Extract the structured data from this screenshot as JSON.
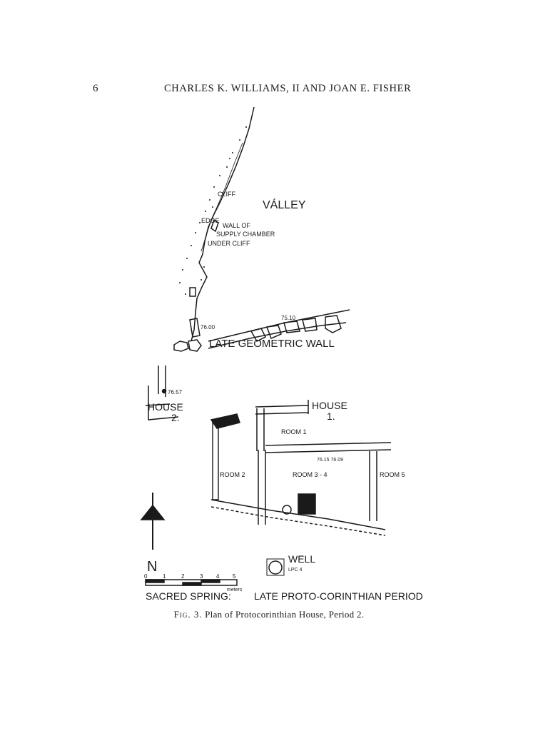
{
  "header": {
    "page_number": "6",
    "running_head": "CHARLES K. WILLIAMS, II AND JOAN E. FISHER"
  },
  "figure": {
    "labels": {
      "valley": "VÁLLEY",
      "cliff": "CLIFF",
      "edge": "EDGE",
      "wall_of": "WALL OF",
      "supply_chamber": "SUPPLY CHAMBER",
      "under_cliff": "UNDER CLIFF",
      "elev_7510": "75.10",
      "elev_7600": "76.00",
      "late_geometric_wall": "LATE GEOMETRIC WALL",
      "elev_7657": "76.57",
      "house2_line1": "HOUSE",
      "house2_line2": "2.",
      "house1_line1": "HOUSE",
      "house1_line2": "1.",
      "room1": "ROOM 1",
      "elev_7615_7609": "76.15 76.09",
      "room2": "ROOM 2",
      "room34": "ROOM 3 - 4",
      "room5": "ROOM 5",
      "well": "WELL",
      "lpc4": "LPC 4",
      "north": "N",
      "scale_ticks": [
        "0",
        "1",
        "2",
        "3",
        "4",
        "5"
      ],
      "scale_unit": "meters",
      "sacred_spring": "SACRED SPRING:",
      "period": "LATE PROTO-CORINTHIAN PERIOD"
    }
  },
  "caption": {
    "figure_number": "Fig. 3.",
    "text": "Plan of Protocorinthian House, Period 2."
  }
}
